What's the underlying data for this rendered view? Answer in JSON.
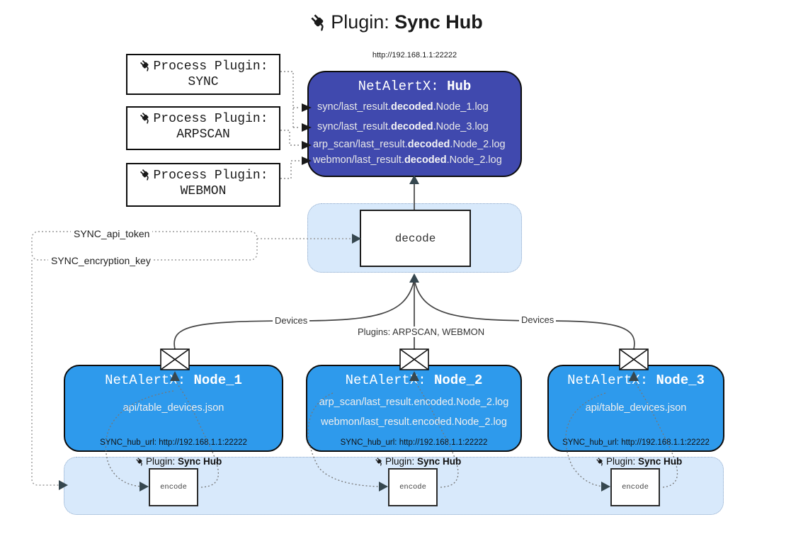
{
  "title": {
    "icon": "plug-icon",
    "prefix": "Plugin: ",
    "bold": "Sync Hub"
  },
  "hub": {
    "url": "http://192.168.1.1:22222",
    "title_prefix": "NetAlertX: ",
    "title_bold": "Hub",
    "logs": [
      {
        "pre": "sync/last_result.",
        "bold": "decoded",
        "post": ".Node_1.log"
      },
      {
        "pre": "sync/last_result.",
        "bold": "decoded",
        "post": ".Node_3.log"
      },
      {
        "pre": "arp_scan/last_result.",
        "bold": "decoded",
        "post": ".Node_2.log"
      },
      {
        "pre": "webmon/last_result.",
        "bold": "decoded",
        "post": ".Node_2.log"
      }
    ]
  },
  "process_plugins": [
    {
      "line1": "Process Plugin:",
      "name": "SYNC"
    },
    {
      "line1": "Process Plugin:",
      "name": "ARPSCAN"
    },
    {
      "line1": "Process Plugin:",
      "name": "WEBMON"
    }
  ],
  "decode": {
    "label": "decode"
  },
  "keys": {
    "api_token": "SYNC_api_token",
    "encryption_key": "SYNC_encryption_key"
  },
  "edges": {
    "devices_left": "Devices",
    "devices_right": "Devices",
    "plugins_mid": "Plugins: ARPSCAN, WEBMON"
  },
  "nodes": [
    {
      "title_prefix": "NetAlertX: ",
      "title_bold": "Node_1",
      "files": [
        "api/table_devices.json"
      ],
      "hub_url": "SYNC_hub_url: http://192.168.1.1:22222"
    },
    {
      "title_prefix": "NetAlertX: ",
      "title_bold": "Node_2",
      "files": [
        "arp_scan/last_result.encoded.Node_2.log",
        "webmon/last_result.encoded.Node_2.log"
      ],
      "hub_url": "SYNC_hub_url: http://192.168.1.1:22222"
    },
    {
      "title_prefix": "NetAlertX: ",
      "title_bold": "Node_3",
      "files": [
        "api/table_devices.json"
      ],
      "hub_url": "SYNC_hub_url: http://192.168.1.1:22222"
    }
  ],
  "encode_section": {
    "box_label": "encode",
    "plugin_prefix": "Plugin: ",
    "plugin_bold": "Sync Hub"
  },
  "colors": {
    "hub_fill": "#4049AE",
    "node_fill": "#2E9AEC",
    "container_fill": "#D8E9FB",
    "container_border": "#8FA9C9",
    "arrowhead": "#36474F",
    "solid_line": "#444444",
    "dotted_line": "#8a8a8a"
  }
}
